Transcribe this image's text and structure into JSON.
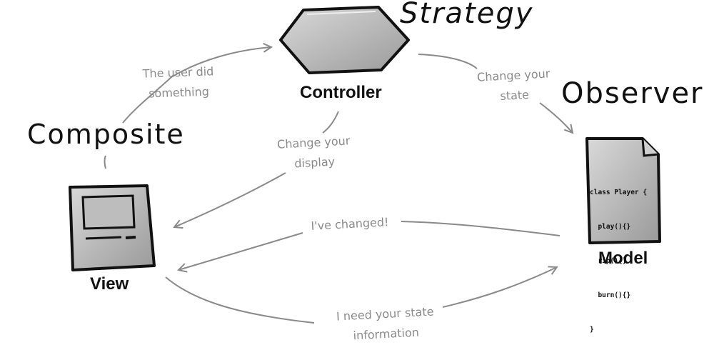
{
  "patterns": {
    "strategy": "Strategy",
    "observer": "Observer",
    "composite": "Composite"
  },
  "nodes": {
    "controller": "Controller",
    "view": "View",
    "model": "Model"
  },
  "edges": {
    "view_to_controller": "The user did\nsomething",
    "controller_to_model": "Change your\nstate",
    "controller_to_view": "Change your\ndisplay",
    "model_to_view": "I've changed!",
    "view_to_model": "I need your state\ninformation"
  },
  "model_code": [
    "class Player {",
    "  play(){}",
    "  rip(){}",
    "  burn(){}",
    "}"
  ]
}
